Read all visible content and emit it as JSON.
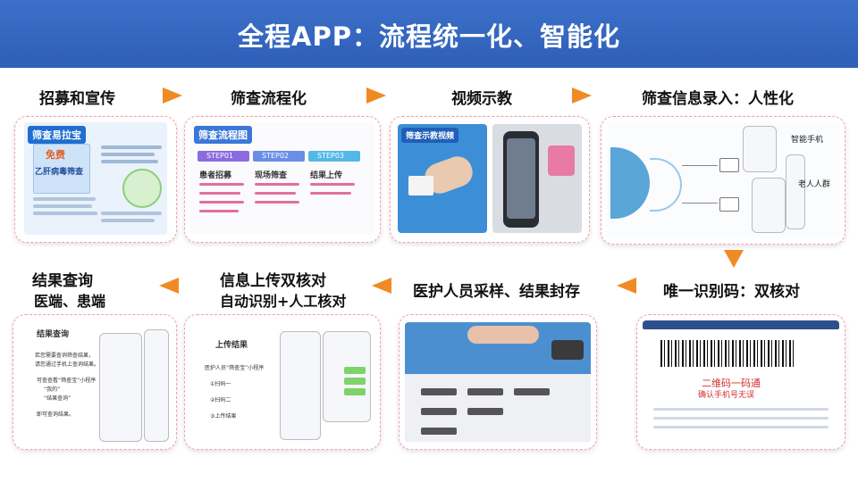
{
  "header": {
    "title": "全程APP：流程统一化、智能化"
  },
  "steps": {
    "s1": {
      "label": "招募和宣传"
    },
    "s2": {
      "label": "筛查流程化"
    },
    "s3": {
      "label": "视频示教"
    },
    "s4": {
      "label": "筛查信息录入：人性化"
    },
    "s5": {
      "label": "唯一识别码：双核对"
    },
    "s6": {
      "label": "医护人员采样、结果封存"
    },
    "s7": {
      "label": "信息上传双核对",
      "sub": "自动识别+人工核对"
    },
    "s8": {
      "label": "结果查询",
      "sub": "医端、患端"
    }
  },
  "thumbs": {
    "recruit": {
      "title": "筛查易拉宝",
      "free": "免费",
      "test": "乙肝病毒筛查"
    },
    "flow": {
      "title": "筛查流程图",
      "steps": [
        "STEP01",
        "STEP02",
        "STEP03"
      ],
      "cols": [
        "患者招募",
        "现场筛查",
        "结果上传"
      ]
    },
    "video": {
      "title": "筛查示教视频"
    },
    "entry": {
      "smartphone": "智能手机",
      "elderly": "老人人群"
    },
    "barcode": {
      "note": "二维码一码通",
      "note2": "确认手机号无误"
    },
    "upload": {
      "title": "上传结果",
      "items": [
        "医护人员“筛查宝”小程序",
        "①扫码一",
        "②扫码二",
        "③上传结果"
      ]
    },
    "query": {
      "title": "结果查询",
      "lines": [
        "若您需要查询筛查结果，",
        "请您通过手机上查询结果。",
        "可查查看“筛查宝”小程序",
        "“我的”",
        "“结果查询”",
        "即可查询结果。"
      ]
    }
  }
}
